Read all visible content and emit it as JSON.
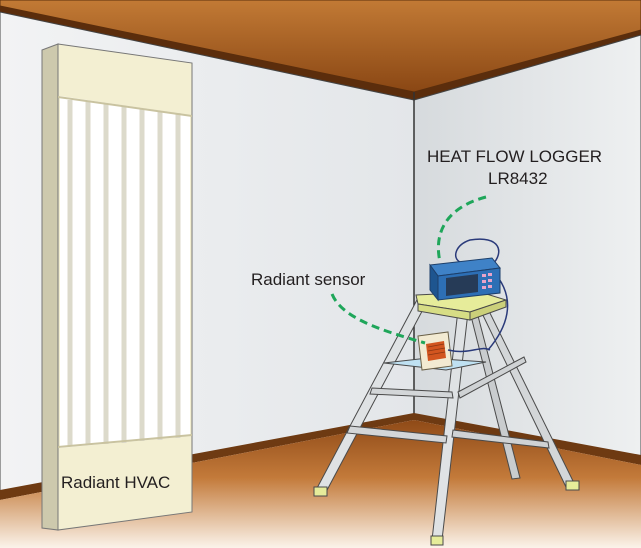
{
  "labels": {
    "logger_name": "HEAT FLOW LOGGER",
    "logger_model": "LR8432",
    "sensor": "Radiant sensor",
    "hvac": "Radiant HVAC"
  },
  "colors": {
    "ceiling": "#a85b1c",
    "floor": "#b86a2c",
    "wall_left": "#eceef0",
    "wall_right": "#e1e4e7",
    "panel": "#f3efd2",
    "leader_line": "#1fa65a",
    "logger_body": "#2d6fb5",
    "ladder": "#d7dadc",
    "ladder_caps": "#e6ec9a"
  },
  "icons": [
    "radiant-panel-icon",
    "stepladder-icon",
    "data-logger-icon",
    "radiant-sensor-icon"
  ]
}
